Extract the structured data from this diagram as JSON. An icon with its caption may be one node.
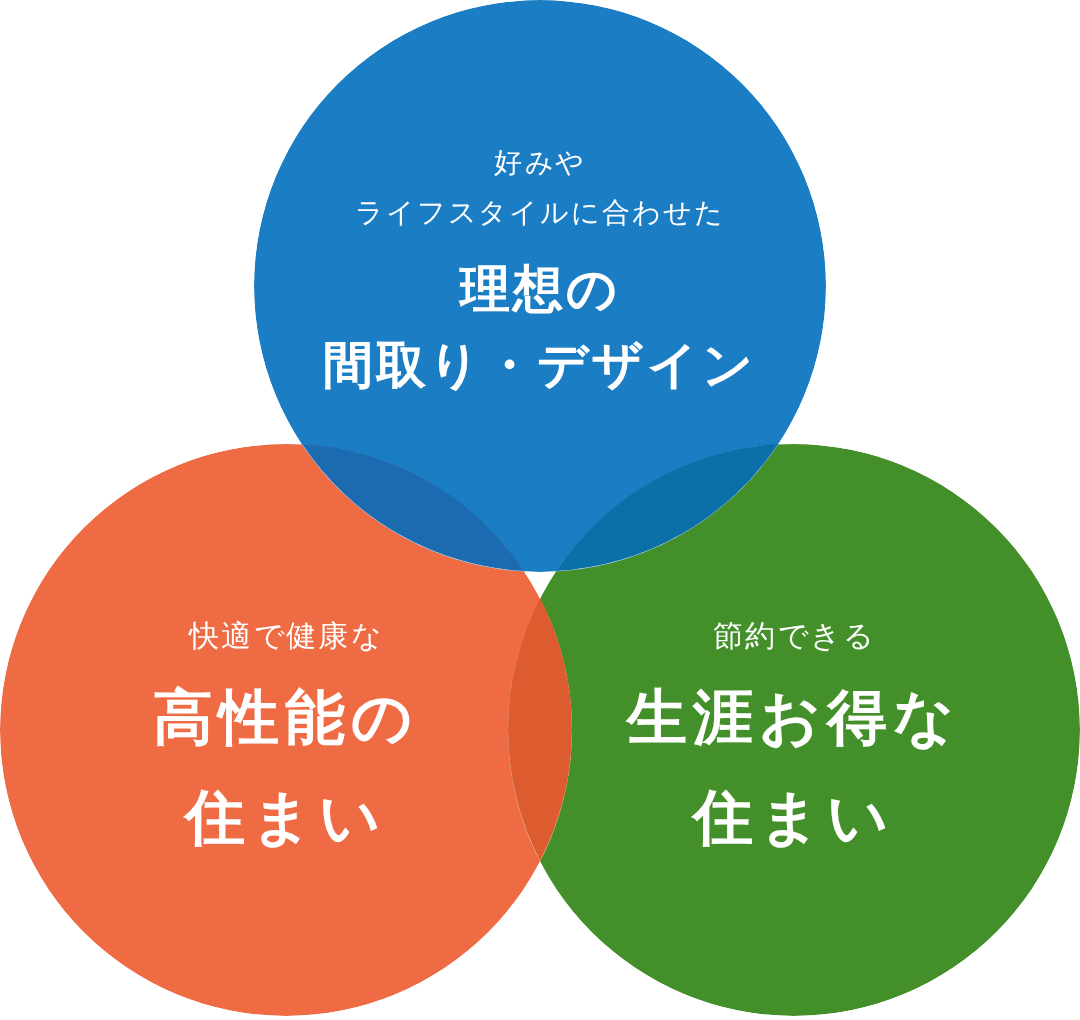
{
  "diagram": {
    "nodes": [
      {
        "text": [
          "好みやライフスタイルに合わせた",
          "理想の間取り・デザイン"
        ]
      },
      {
        "text": [
          "快適で健康な",
          "高性能の住まい"
        ]
      },
      {
        "text": [
          "節約できる",
          "生涯お得な住まい"
        ]
      },
      {
        "text": [],
        "shape": "lens"
      },
      {
        "text": [],
        "shape": "lens"
      },
      {
        "text": [],
        "shape": "lens"
      }
    ]
  }
}
